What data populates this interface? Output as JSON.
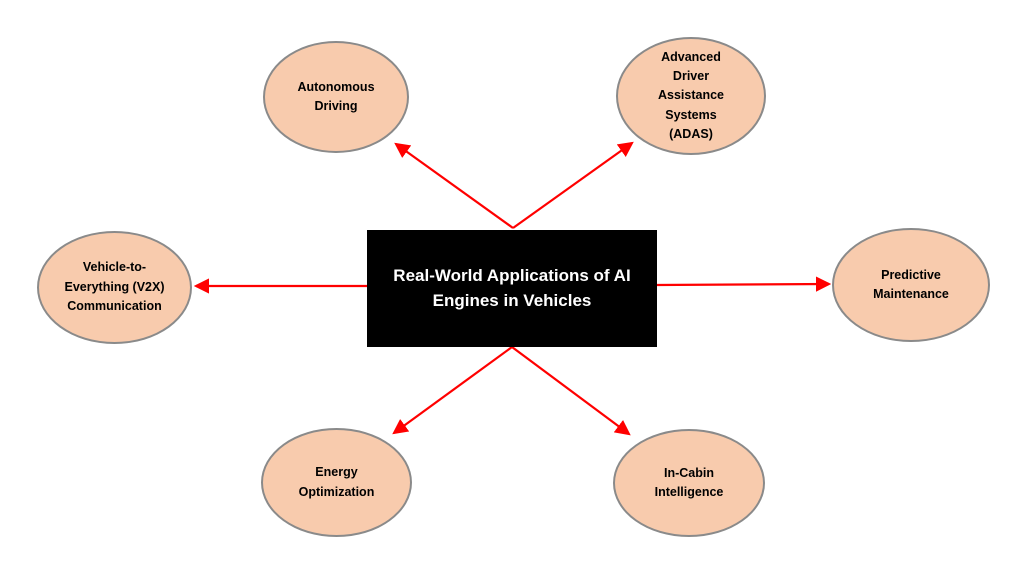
{
  "diagram": {
    "title": "Real-World Applications of AI Engines in Vehicles",
    "center": {
      "label": "Real-World Applications of AI\nEngines in Vehicles"
    },
    "nodes": [
      {
        "id": "autonomous-driving",
        "label": "Autonomous\nDriving"
      },
      {
        "id": "adas",
        "label": "Advanced\nDriver\nAssistance\nSystems\n(ADAS)"
      },
      {
        "id": "v2x-communication",
        "label": "Vehicle-to-\nEverything (V2X)\nCommunication"
      },
      {
        "id": "predictive-maintenance",
        "label": "Predictive\nMaintenance"
      },
      {
        "id": "energy-optimization",
        "label": "Energy\nOptimization"
      },
      {
        "id": "in-cabin-intelligence",
        "label": "In-Cabin\nIntelligence"
      }
    ],
    "edges": [
      {
        "from": "center",
        "to": "autonomous-driving"
      },
      {
        "from": "center",
        "to": "adas"
      },
      {
        "from": "center",
        "to": "v2x-communication"
      },
      {
        "from": "center",
        "to": "predictive-maintenance"
      },
      {
        "from": "center",
        "to": "energy-optimization"
      },
      {
        "from": "center",
        "to": "in-cabin-intelligence"
      }
    ]
  },
  "colors": {
    "node_fill": "#F8CBAD",
    "node_border": "#8A8A8A",
    "node_text": "#000000",
    "center_bg": "#000000",
    "center_text": "#FFFFFF",
    "arrow": "#FF0000",
    "background": "#FFFFFF"
  }
}
